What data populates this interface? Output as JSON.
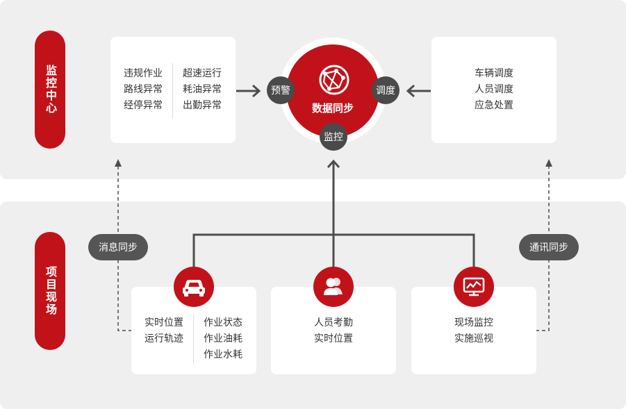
{
  "sections": {
    "top_label": "监控中心",
    "bottom_label": "项目现场"
  },
  "hub": {
    "label": "数据同步",
    "badge_left": "预警",
    "badge_right": "调度",
    "badge_bottom": "监控"
  },
  "left_card": {
    "col1": [
      "违规作业",
      "路线异常",
      "经停异常"
    ],
    "col2": [
      "超速运行",
      "耗油异常",
      "出勤异常"
    ]
  },
  "right_card": {
    "items": [
      "车辆调度",
      "人员调度",
      "应急处置"
    ]
  },
  "tags": {
    "left": "消息同步",
    "right": "通讯同步"
  },
  "bottom_cards": [
    {
      "icon": "car-icon",
      "col1": [
        "实时位置",
        "运行轨迹"
      ],
      "col2": [
        "作业状态",
        "作业油耗",
        "作业水耗"
      ]
    },
    {
      "icon": "people-icon",
      "items": [
        "人员考勤",
        "实时位置"
      ]
    },
    {
      "icon": "monitor-chart-icon",
      "items": [
        "现场监控",
        "实施巡视"
      ]
    }
  ],
  "colors": {
    "accent": "#c1121a",
    "badge": "#4a4a4a",
    "band": "#efefef",
    "line": "#4d4d4d"
  }
}
